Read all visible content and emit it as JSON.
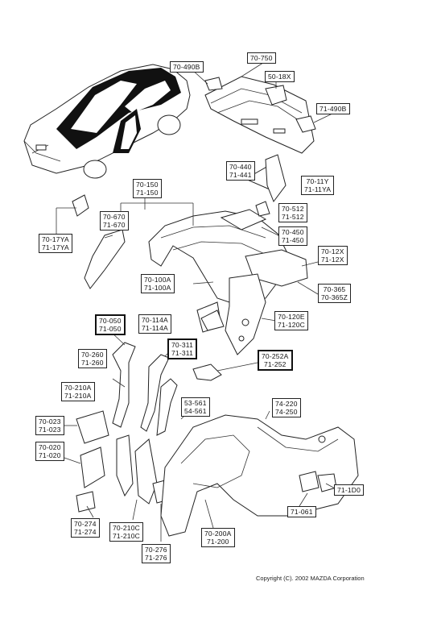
{
  "labels": {
    "l_70_490B": {
      "a": "70-490B"
    },
    "l_70_750": {
      "a": "70-750"
    },
    "l_50_18X": {
      "a": "50-18X"
    },
    "l_71_490B": {
      "a": "71-490B"
    },
    "l_70_440": {
      "a": "70-440",
      "b": "71-441"
    },
    "l_70_11Y": {
      "a": "70-11Y",
      "b": "71-11YA"
    },
    "l_70_150": {
      "a": "70-150",
      "b": "71-150"
    },
    "l_70_670": {
      "a": "70-670",
      "b": "71-670"
    },
    "l_70_17YA": {
      "a": "70-17YA",
      "b": "71-17YA"
    },
    "l_70_512": {
      "a": "70-512",
      "b": "71-512"
    },
    "l_70_450": {
      "a": "70-450",
      "b": "71-450"
    },
    "l_70_12X": {
      "a": "70-12X",
      "b": "71-12X"
    },
    "l_70_100A": {
      "a": "70-100A",
      "b": "71-100A"
    },
    "l_70_365": {
      "a": "70-365",
      "b": "70-365Z"
    },
    "l_70_050": {
      "a": "70-050",
      "b": "71-050"
    },
    "l_70_114A": {
      "a": "70-114A",
      "b": "71-114A"
    },
    "l_70_120E": {
      "a": "70-120E",
      "b": "71-120C"
    },
    "l_70_311": {
      "a": "70-311",
      "b": "71-311"
    },
    "l_70_260": {
      "a": "70-260",
      "b": "71-260"
    },
    "l_70_252A": {
      "a": "70-252A",
      "b": "71-252"
    },
    "l_70_210A": {
      "a": "70-210A",
      "b": "71-210A"
    },
    "l_53_561": {
      "a": "53-561",
      "b": "54-561"
    },
    "l_74_220": {
      "a": "74-220",
      "b": "74-250"
    },
    "l_70_023": {
      "a": "70-023",
      "b": "71-023"
    },
    "l_70_020": {
      "a": "70-020",
      "b": "71-020"
    },
    "l_71_1D0": {
      "a": "71-1D0"
    },
    "l_71_061": {
      "a": "71-061"
    },
    "l_70_274": {
      "a": "70-274",
      "b": "71-274"
    },
    "l_70_210C": {
      "a": "70-210C",
      "b": "71-210C"
    },
    "l_70_276": {
      "a": "70-276",
      "b": "71-276"
    },
    "l_70_200A": {
      "a": "70-200A",
      "b": "71-200"
    }
  },
  "copyright": "Copyright (C). 2002 MAZDA Corporation"
}
